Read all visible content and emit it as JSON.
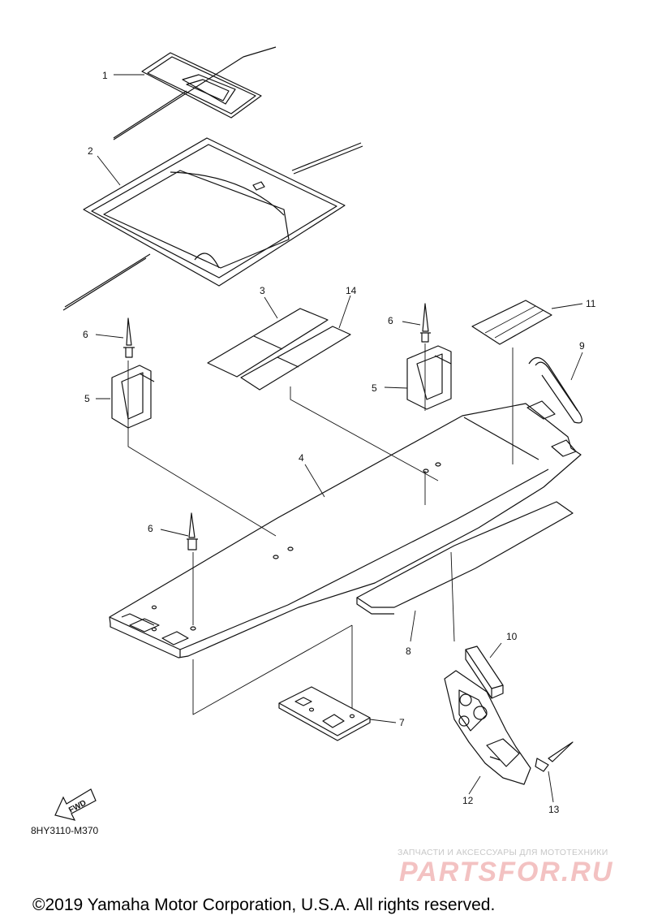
{
  "callouts": {
    "c1": "1",
    "c2": "2",
    "c3": "3",
    "c14": "14",
    "c6a": "6",
    "c6b": "6",
    "c6c": "6",
    "c5a": "5",
    "c5b": "5",
    "c11": "11",
    "c9": "9",
    "c4": "4",
    "c8": "8",
    "c10": "10",
    "c7": "7",
    "c12": "12",
    "c13": "13"
  },
  "fwd_label": "FWD",
  "diagram_code": "8HY3110-M370",
  "watermark": {
    "tagline": "ЗАПЧАСТИ И АКСЕССУАРЫ ДЛЯ МОТОТЕХНИКИ",
    "logo": "PARTSFOR.RU"
  },
  "copyright": "©2019 Yamaha Motor Corporation, U.S.A. All rights reserved."
}
